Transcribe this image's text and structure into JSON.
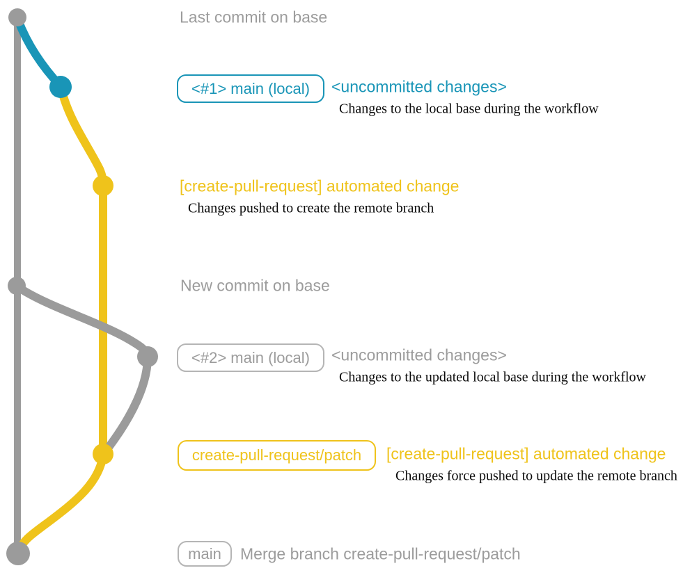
{
  "colors": {
    "base_gray": "#9b9b9b",
    "local_teal": "#1995b7",
    "branch_yellow": "#efc31b",
    "gray_text": "#9c9c9c",
    "description_black": "#0a0a0a"
  },
  "graph": {
    "branches": [
      {
        "name": "base",
        "color": "#9b9b9b"
      },
      {
        "name": "main (local)",
        "color": "#1995b7"
      },
      {
        "name": "create-pull-request/patch",
        "color": "#efc31b"
      }
    ],
    "commits": [
      {
        "id": "last-commit-on-base",
        "branch": "base"
      },
      {
        "id": "uncommitted-changes-1",
        "branch": "main (local)"
      },
      {
        "id": "automated-change-1",
        "branch": "create-pull-request/patch"
      },
      {
        "id": "new-commit-on-base",
        "branch": "base"
      },
      {
        "id": "uncommitted-changes-2",
        "branch": "main (local)"
      },
      {
        "id": "automated-change-2",
        "branch": "create-pull-request/patch"
      },
      {
        "id": "merge-commit",
        "branch": "base"
      }
    ]
  },
  "milestones": {
    "last_commit": {
      "label": "Last commit on base"
    },
    "uncommitted_1": {
      "badge": "<#1> main (local)",
      "title": "<uncommitted changes>",
      "description": "Changes to the local base during the workflow"
    },
    "automated_1": {
      "title": "[create-pull-request] automated change",
      "description": "Changes pushed to create the remote branch"
    },
    "new_commit": {
      "label": "New commit on base"
    },
    "uncommitted_2": {
      "badge": "<#2> main (local)",
      "title": "<uncommitted changes>",
      "description": "Changes to the updated local base during the workflow"
    },
    "automated_2": {
      "badge": "create-pull-request/patch",
      "title": "[create-pull-request] automated change",
      "description": "Changes force pushed to update the remote branch"
    },
    "merge": {
      "badge": "main",
      "title": "Merge branch create-pull-request/patch"
    }
  }
}
